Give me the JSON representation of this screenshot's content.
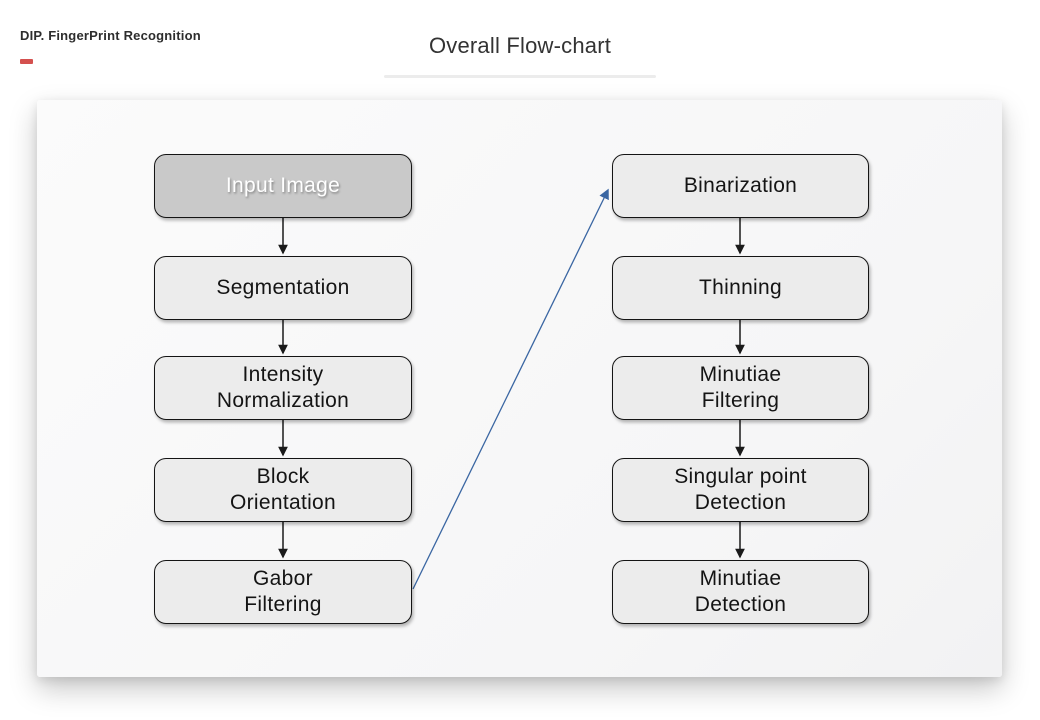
{
  "page": {
    "header_label": "DIP. FingerPrint Recognition",
    "title": "Overall Flow-chart"
  },
  "colors": {
    "accent_red": "#d4504e",
    "arrow_blue": "#3a66a2",
    "box_fill": "#ececec",
    "box_fill_highlight": "#c9c9c9",
    "box_border": "#141414"
  },
  "flowchart": {
    "left_column": [
      {
        "label": "Input Image",
        "variant": "highlight"
      },
      {
        "label": "Segmentation",
        "variant": "normal"
      },
      {
        "label": "Intensity\nNormalization",
        "variant": "normal"
      },
      {
        "label": "Block\nOrientation",
        "variant": "normal"
      },
      {
        "label": "Gabor\nFiltering",
        "variant": "normal"
      }
    ],
    "right_column": [
      {
        "label": "Binarization",
        "variant": "normal"
      },
      {
        "label": "Thinning",
        "variant": "normal"
      },
      {
        "label": "Minutiae\nFiltering",
        "variant": "normal"
      },
      {
        "label": "Singular point\nDetection",
        "variant": "normal"
      },
      {
        "label": "Minutiae\nDetection",
        "variant": "normal"
      }
    ],
    "connections": [
      {
        "from": "Input Image",
        "to": "Segmentation",
        "style": "black"
      },
      {
        "from": "Segmentation",
        "to": "Intensity Normalization",
        "style": "black"
      },
      {
        "from": "Intensity Normalization",
        "to": "Block Orientation",
        "style": "black"
      },
      {
        "from": "Block Orientation",
        "to": "Gabor Filtering",
        "style": "black"
      },
      {
        "from": "Gabor Filtering",
        "to": "Binarization",
        "style": "blue-diagonal"
      },
      {
        "from": "Binarization",
        "to": "Thinning",
        "style": "black"
      },
      {
        "from": "Thinning",
        "to": "Minutiae Filtering",
        "style": "black"
      },
      {
        "from": "Minutiae Filtering",
        "to": "Singular point Detection",
        "style": "black"
      },
      {
        "from": "Singular point Detection",
        "to": "Minutiae Detection",
        "style": "black"
      }
    ]
  }
}
